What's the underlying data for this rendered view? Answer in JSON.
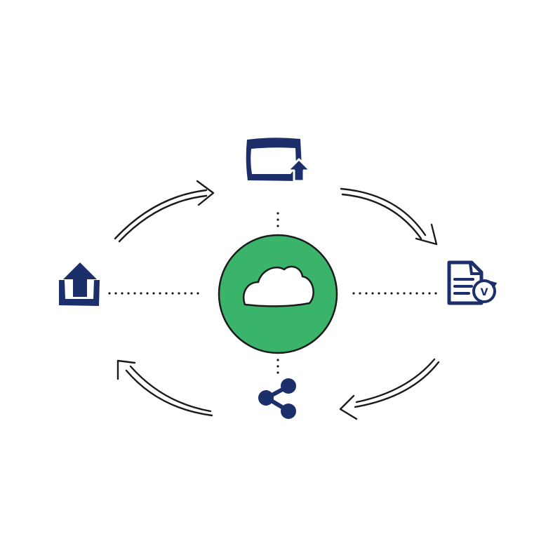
{
  "diagram": {
    "colors": {
      "background": "#ffffff",
      "hub_fill": "#3ab46b",
      "icon_navy": "#1c2f6b",
      "ink": "#1b1b1b",
      "cloud_fill": "#ffffff"
    },
    "hub": {
      "icon": "cloud-icon"
    },
    "nodes": [
      {
        "id": "top",
        "icon": "window-upload-icon"
      },
      {
        "id": "right",
        "icon": "document-version-icon",
        "badge_text": "V"
      },
      {
        "id": "bottom",
        "icon": "share-icon"
      },
      {
        "id": "left",
        "icon": "upload-tray-icon"
      }
    ],
    "cycle_direction": "clockwise"
  }
}
